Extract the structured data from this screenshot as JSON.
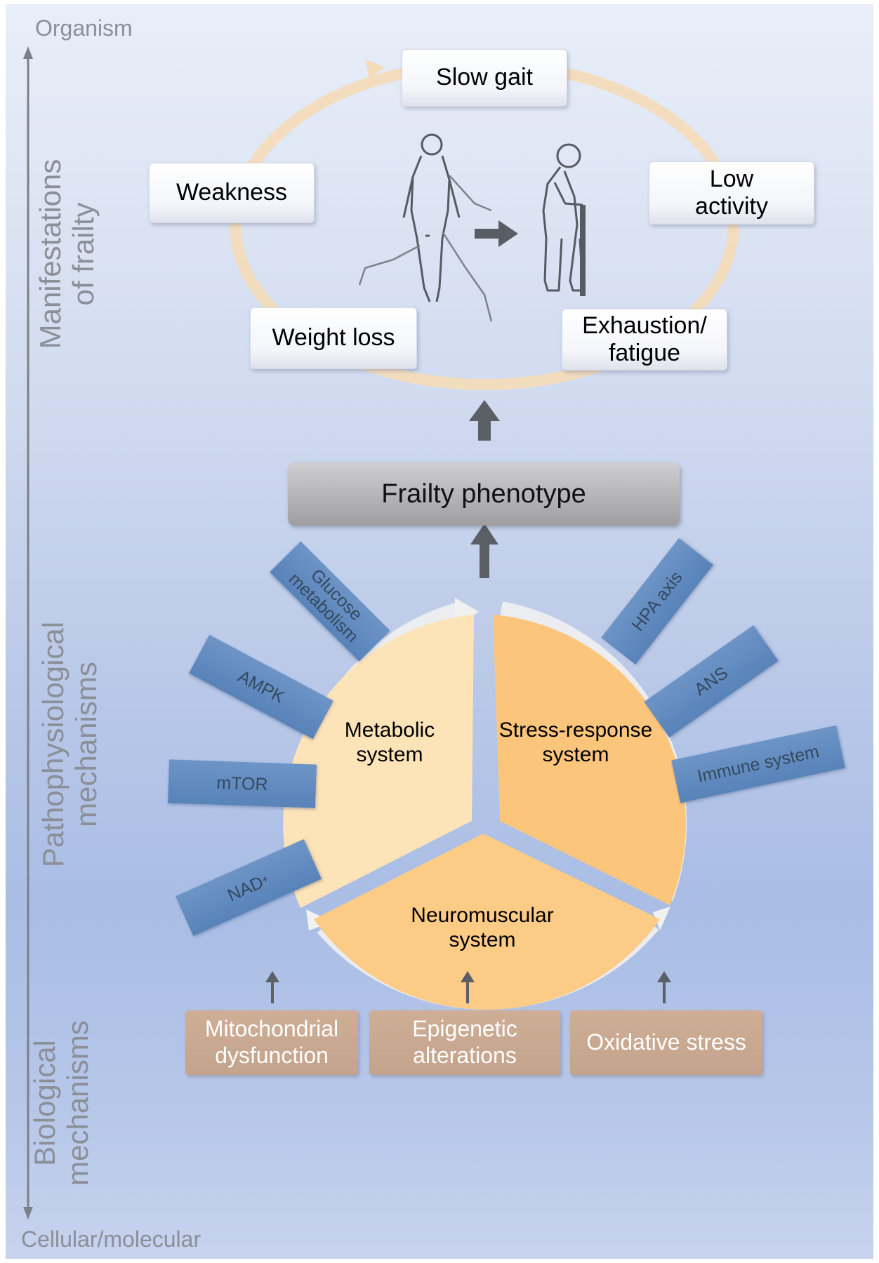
{
  "scale": {
    "top_label": "Organism",
    "bottom_label": "Cellular/molecular"
  },
  "levels": {
    "manifestations": "Manifestations\nof frailty",
    "pathophysiological": "Pathophysiological\nmechanisms",
    "biological": "Biological\nmechanisms"
  },
  "manifestations": {
    "slow_gait": "Slow gait",
    "weakness": "Weakness",
    "low_activity": "Low\nactivity",
    "weight_loss": "Weight loss",
    "exhaustion": "Exhaustion/\nfatigue"
  },
  "frailty_phenotype": "Frailty phenotype",
  "systems": {
    "metabolic": "Metabolic\nsystem",
    "stress_response": "Stress-response\nsystem",
    "neuromuscular": "Neuromuscular\nsystem"
  },
  "left_factors": {
    "glucose": "Glucose\nmetabolism",
    "ampk": "AMPK",
    "mtor": "mTOR",
    "nad": "NAD",
    "nad_sup": "+"
  },
  "right_factors": {
    "hpa": "HPA axis",
    "ans": "ANS",
    "immune": "Immune system"
  },
  "biological": {
    "mitochondrial": "Mitochondrial\ndysfunction",
    "epigenetic": "Epigenetic\nalterations",
    "oxidative": "Oxidative stress"
  },
  "colors": {
    "metabolic_fill": "#fde3b8",
    "stress_fill": "#fbc57c",
    "neuro_fill": "#fccb86",
    "tab_blue": "#5f8ac0",
    "bio_box": "#c9a891"
  }
}
